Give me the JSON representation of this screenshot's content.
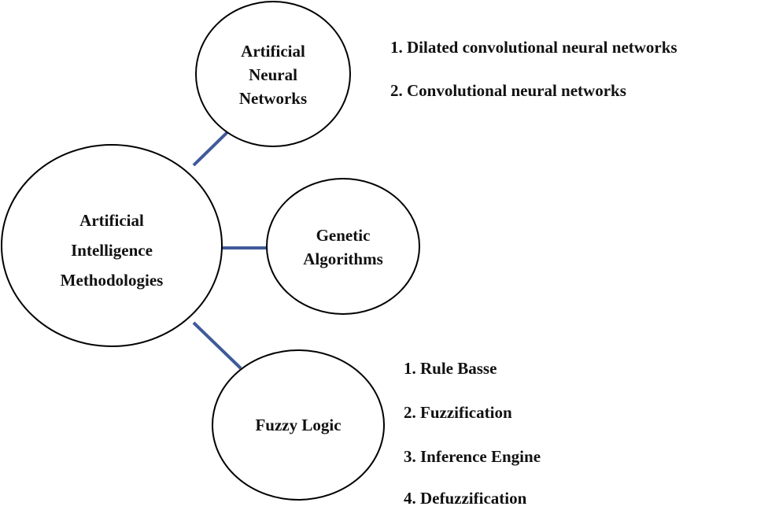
{
  "nodes": {
    "center": {
      "lines": [
        "Artificial",
        "Intelligence",
        "Methodologies"
      ]
    },
    "ann": {
      "lines": [
        "Artificial",
        "Neural",
        "Networks"
      ]
    },
    "ga": {
      "lines": [
        "Genetic",
        "Algorithms"
      ]
    },
    "fuzzy": {
      "lines": [
        "Fuzzy Logic"
      ]
    }
  },
  "lists": {
    "ann": [
      "1. Dilated convolutional neural networks",
      "2. Convolutional neural networks"
    ],
    "fuzzy": [
      "1. Rule Basse",
      "2. Fuzzification",
      "3. Inference Engine",
      "4. Defuzzification"
    ]
  },
  "colors": {
    "connector": "#3f5a9a",
    "outline": "#000000",
    "text": "#111111"
  }
}
